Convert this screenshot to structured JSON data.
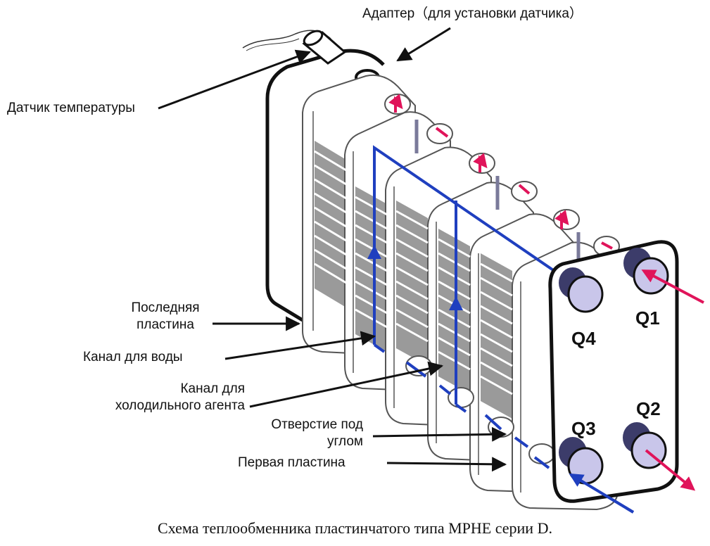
{
  "labels": {
    "adapter": "Адаптер（для установки датчика）",
    "sensor": "Датчик температуры",
    "last_plate": "Последняя\nпластина",
    "water_channel": "Канал для воды",
    "refrigerant_channel": "Канал для\nхолодильного агента",
    "angled_hole": "Отверстие под\nуглом",
    "first_plate": "Первая пластина"
  },
  "ports": {
    "q1": "Q1",
    "q2": "Q2",
    "q3": "Q3",
    "q4": "Q4"
  },
  "caption": "Схема теплообменника пластинчатого типа MPHE серии D.",
  "colors": {
    "water_flow": "#1f3fbf",
    "refrigerant_flow": "#e0145a",
    "port_fill": "#c9c6ea",
    "port_ring": "#4a4a78",
    "stripes": "#8e8e8e"
  }
}
